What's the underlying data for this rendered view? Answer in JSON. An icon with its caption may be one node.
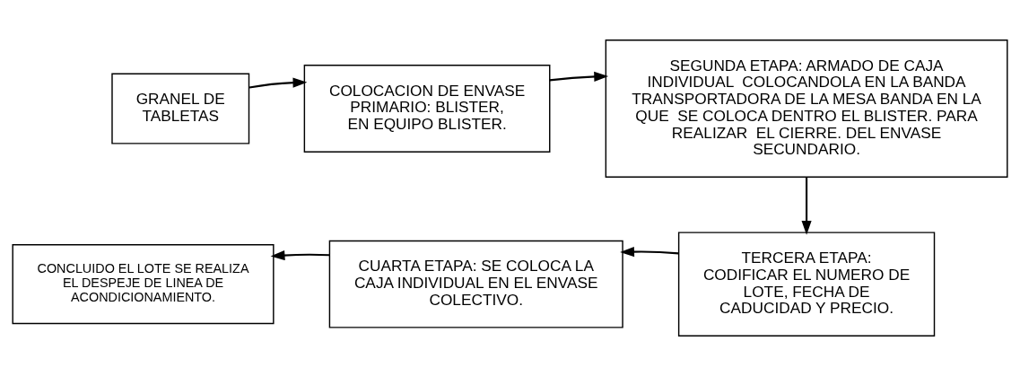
{
  "diagram": {
    "nodes": [
      {
        "text": [
          "GRANEL DE TABLETAS"
        ]
      },
      {
        "text": [
          "COLOCACION DE ENVASE PRIMARIO: BLISTER, EN EQUIPO BLISTER."
        ]
      },
      {
        "text": [
          "SEGUNDA ETAPA: ARMADO DE CAJA INDIVIDUAL  COLOCANDOLA EN LA BANDA TRANSPORTADORA DE LA MESA BANDA EN LA QUE  SE COLOCA DENTRO EL BLISTER. PARA  REALIZAR  EL CIERRE. DEL ENVASE SECUNDARIO."
        ]
      },
      {
        "text": [
          "CONCLUIDO EL LOTE SE REALIZA EL DESPEJE DE LINEA DE ACONDICIONAMIENTO."
        ]
      },
      {
        "text": [
          "CUARTA ETAPA: SE COLOCA LA CAJA INDIVIDUAL EN EL ENVASE COLECTIVO."
        ]
      },
      {
        "text": [
          "TERCERA ETAPA: CODIFICAR EL NUMERO DE LOTE, FECHA DE CADUCIDAD Y PRECIO."
        ]
      }
    ],
    "edges": [
      {
        "from": 0,
        "to": 1,
        "arrow": "to"
      },
      {
        "from": 1,
        "to": 2,
        "arrow": "to"
      },
      {
        "from": 2,
        "to": 5,
        "arrow": "to"
      },
      {
        "from": 5,
        "to": 4,
        "arrow": "to"
      },
      {
        "from": 4,
        "to": 3,
        "arrow": "to"
      }
    ]
  }
}
